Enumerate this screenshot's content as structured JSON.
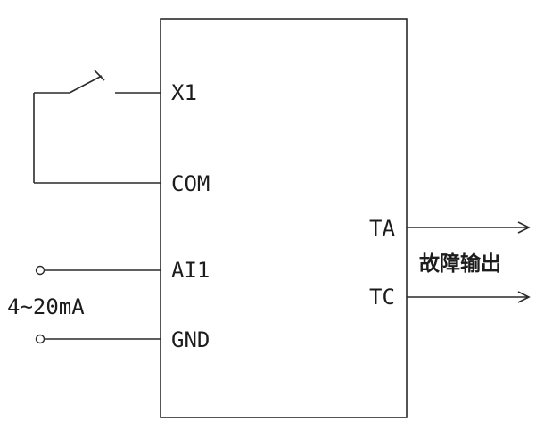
{
  "diagram": {
    "left_terminals": [
      "X1",
      "COM",
      "AI1",
      "GND"
    ],
    "right_terminals": [
      "TA",
      "TC"
    ],
    "analog_input_label": "4~20mA",
    "fault_output_label": "故障输出",
    "line_color": "#2a2a2a"
  }
}
